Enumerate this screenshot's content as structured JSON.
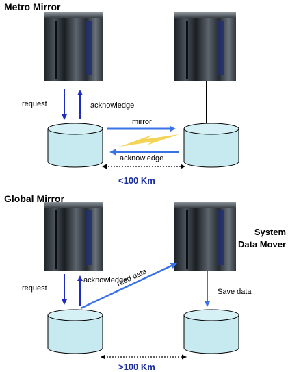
{
  "metro": {
    "title": "Metro Mirror",
    "request": "request",
    "acknowledge": "acknowledge",
    "mirror": "mirror",
    "acknowledge2": "acknowledge",
    "distance": "<100 Km"
  },
  "global": {
    "title": "Global Mirror",
    "request": "request",
    "acknowledge": "acknowledge",
    "read_data": "read data",
    "save_data": "Save data",
    "mover_line1": "System",
    "mover_line2": "Data Mover",
    "distance": ">100 Km"
  },
  "colors": {
    "arrow_blue": "#1f2dbf",
    "link_blue": "#3a73e8",
    "disk_fill": "#c6eaf0",
    "lightning": "#f2cd3a"
  },
  "icons": [
    "server-icon",
    "disk-icon",
    "lightning-icon"
  ]
}
